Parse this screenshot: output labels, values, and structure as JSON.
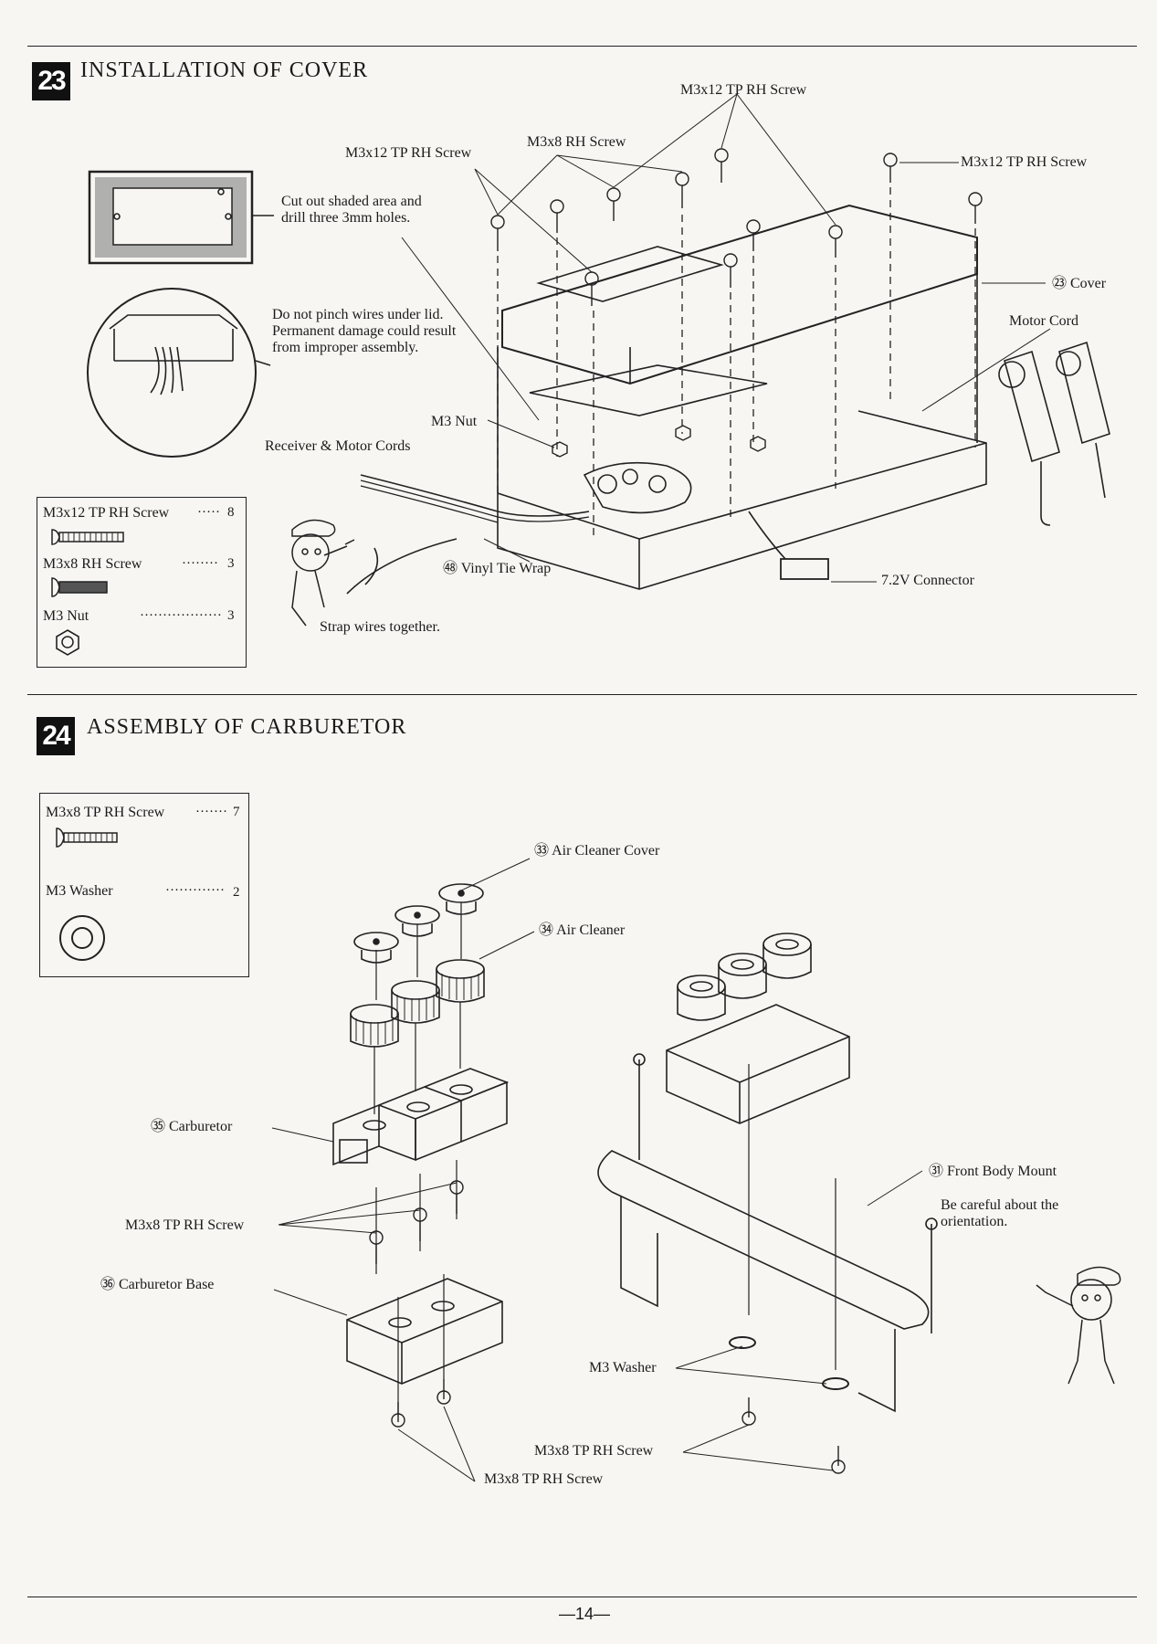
{
  "step23": {
    "number": "23",
    "title": "INSTALLATION OF COVER",
    "notes": {
      "cutout": "Cut out shaded area and drill three 3mm holes.",
      "pinch": "Do not pinch wires under lid. Permanent damage could result from improper assembly.",
      "strap": "Strap wires together."
    },
    "labels": {
      "m3x12_top": "M3x12 TP RH Screw",
      "m3x12_left": "M3x12 TP RH Screw",
      "m3x8": "M3x8 RH Screw",
      "m3x12_right": "M3x12 TP RH Screw",
      "cover": "㉓ Cover",
      "motor_cord": "Motor Cord",
      "m3_nut": "M3 Nut",
      "receiver": "Receiver & Motor Cords",
      "tie_wrap": "㊽ Vinyl Tie Wrap",
      "connector": "7.2V Connector"
    },
    "parts": [
      {
        "name": "M3x12 TP RH Screw",
        "dots": "·····",
        "qty": "8",
        "icon": "tp-screw-icon"
      },
      {
        "name": "M3x8 RH Screw",
        "dots": "········",
        "qty": "3",
        "icon": "rh-screw-icon"
      },
      {
        "name": "M3 Nut",
        "dots": "··················",
        "qty": "3",
        "icon": "hex-nut-icon"
      }
    ]
  },
  "step24": {
    "number": "24",
    "title": "ASSEMBLY OF CARBURETOR",
    "labels": {
      "air_cleaner_cover": "㉝ Air Cleaner Cover",
      "air_cleaner": "㉞ Air Cleaner",
      "carburetor": "㉟ Carburetor",
      "m3x8_left": "M3x8 TP RH Screw",
      "carb_base": "㊱ Carburetor Base",
      "front_body_mount": "㉛ Front Body Mount",
      "careful": "Be careful about the orientation.",
      "m3_washer": "M3 Washer",
      "m3x8_mid": "M3x8 TP RH Screw",
      "m3x8_bottom": "M3x8 TP RH Screw"
    },
    "parts": [
      {
        "name": "M3x8 TP RH Screw",
        "dots": "·······",
        "qty": "7",
        "icon": "tp-screw-icon"
      },
      {
        "name": "M3 Washer",
        "dots": "·············",
        "qty": "2",
        "icon": "washer-icon"
      }
    ]
  },
  "footer": {
    "page": "—14—"
  }
}
